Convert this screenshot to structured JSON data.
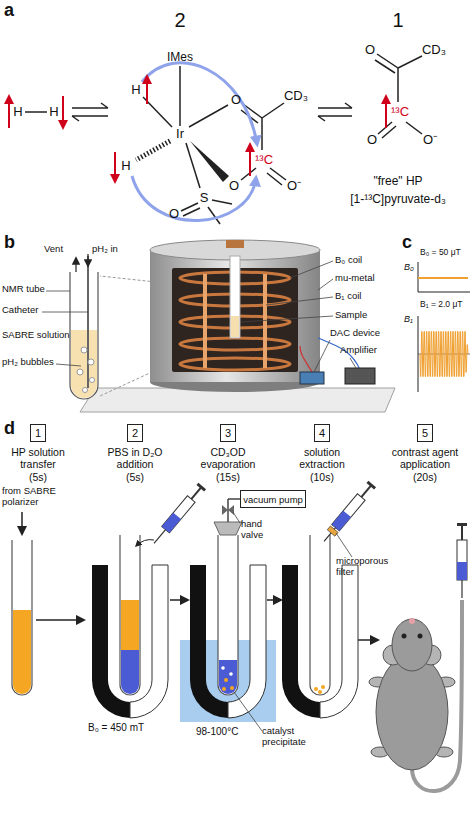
{
  "diagram": {
    "nodes": [
      {
        "text": [
          "1"
        ]
      },
      {
        "text": [
          "2"
        ]
      },
      {
        "text": [
          "3"
        ]
      },
      {
        "text": [
          "4"
        ]
      },
      {
        "text": [
          "5"
        ]
      },
      {
        "text": [
          "vacuum pump"
        ]
      }
    ],
    "labels": [
      "a",
      "2",
      "1",
      "H",
      "H",
      "H",
      "H",
      "IMes",
      "Ir",
      "O",
      "CD₃",
      "¹³C",
      "O",
      "O⁻",
      "S",
      "O",
      "O",
      "CD₃",
      "¹³C",
      "O",
      "O⁻",
      "\"free\" HP",
      "[1-¹³C]pyruvate-d₃",
      "b",
      "Vent",
      "pH₂ in",
      "NMR tube",
      "Catheter",
      "SABRE solution",
      "pH₂ bubbles",
      "B₀ coil",
      "mu-metal",
      "B₁ coil",
      "Sample",
      "DAC device",
      "Amplifier",
      "c",
      "B₀ = 50 μT",
      "B₀",
      "B₁ = 2.0 μT",
      "B₁",
      "d",
      "HP solution transfer",
      "(5s)",
      "PBS in D₂O addition",
      "(5s)",
      "CD₃OD evaporation",
      "(15s)",
      "solution extraction",
      "(10s)",
      "contrast agent application",
      "(20s)",
      "from SABRE polarizer",
      "hand valve",
      "microporous filter",
      "B₀ = 450 mT",
      "98-100°C",
      "catalyst precipitate"
    ]
  }
}
